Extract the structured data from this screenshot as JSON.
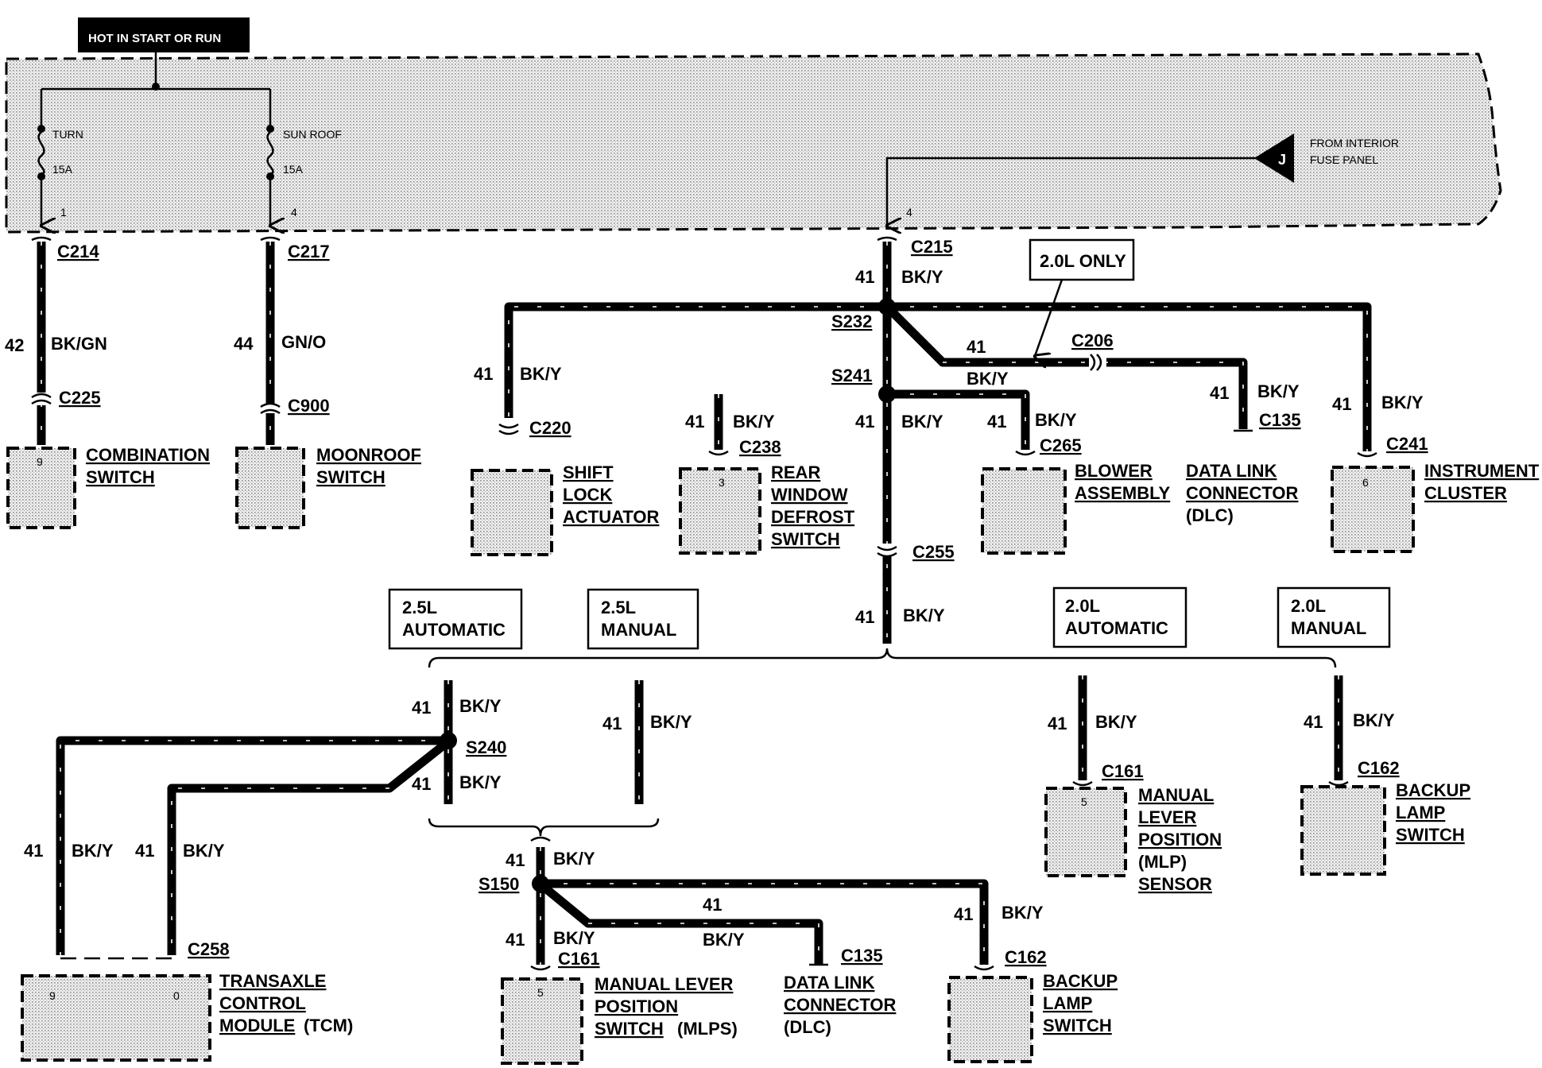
{
  "power_label": "HOT IN START OR RUN",
  "fuse_panel": {
    "fuses": [
      {
        "name": "TURN",
        "rating": "15A",
        "pin": "1"
      },
      {
        "name": "SUN ROOF",
        "rating": "15A",
        "pin": "4"
      }
    ],
    "interior_source": {
      "line1": "FROM INTERIOR",
      "line2": "FUSE PANEL",
      "letter": "J",
      "pin": "4"
    }
  },
  "option_boxes": {
    "only_2_0": "2.0L ONLY",
    "a25": [
      "2.5L",
      "AUTOMATIC"
    ],
    "m25": [
      "2.5L",
      "MANUAL"
    ],
    "a20": [
      "2.0L",
      "AUTOMATIC"
    ],
    "m20": [
      "2.0L",
      "MANUAL"
    ]
  },
  "connectors": {
    "c214": "C214",
    "c217": "C217",
    "c215": "C215",
    "c225": "C225",
    "c900": "C900",
    "c220": "C220",
    "c238": "C238",
    "c265": "C265",
    "c206": "C206",
    "c135": "C135",
    "c241": "C241",
    "c255": "C255",
    "c161": "C161",
    "c162": "C162",
    "c258": "C258",
    "c161b": "C161",
    "c135b": "C135",
    "c162b": "C162"
  },
  "splices": {
    "s232": "S232",
    "s241": "S241",
    "s240": "S240",
    "s150": "S150"
  },
  "wires": {
    "num41": "41",
    "num42": "42",
    "num44": "44",
    "bky": "BK/Y",
    "bkgn": "BK/GN",
    "gno": "GN/O"
  },
  "components": {
    "combination_switch": [
      "COMBINATION",
      "SWITCH"
    ],
    "combination_pin": "9",
    "moonroof_switch": [
      "MOONROOF",
      "SWITCH"
    ],
    "shift_lock": [
      "SHIFT",
      "LOCK",
      "ACTUATOR"
    ],
    "rear_defrost": [
      "REAR",
      "WINDOW",
      "DEFROST",
      "SWITCH"
    ],
    "rear_defrost_pin": "3",
    "blower": [
      "BLOWER",
      "ASSEMBLY"
    ],
    "dlc_top": [
      "DATA LINK",
      "CONNECTOR",
      "(DLC)"
    ],
    "cluster": [
      "INSTRUMENT",
      "CLUSTER"
    ],
    "cluster_pin": "6",
    "mlp_sensor": [
      "MANUAL",
      "LEVER",
      "POSITION",
      "(MLP)",
      "SENSOR"
    ],
    "mlp_sensor_pin": "5",
    "backup_top": [
      "BACKUP",
      "LAMP",
      "SWITCH"
    ],
    "tcm": [
      "TRANSAXLE",
      "CONTROL",
      "MODULE",
      "(TCM)"
    ],
    "tcm_pins": [
      "9",
      "0"
    ],
    "mlps": [
      "MANUAL LEVER",
      "POSITION",
      "SWITCH",
      "(MLPS)"
    ],
    "mlps_pin": "5",
    "dlc_bottom": [
      "DATA LINK",
      "CONNECTOR",
      "(DLC)"
    ],
    "backup_bottom": [
      "BACKUP",
      "LAMP",
      "SWITCH"
    ]
  }
}
